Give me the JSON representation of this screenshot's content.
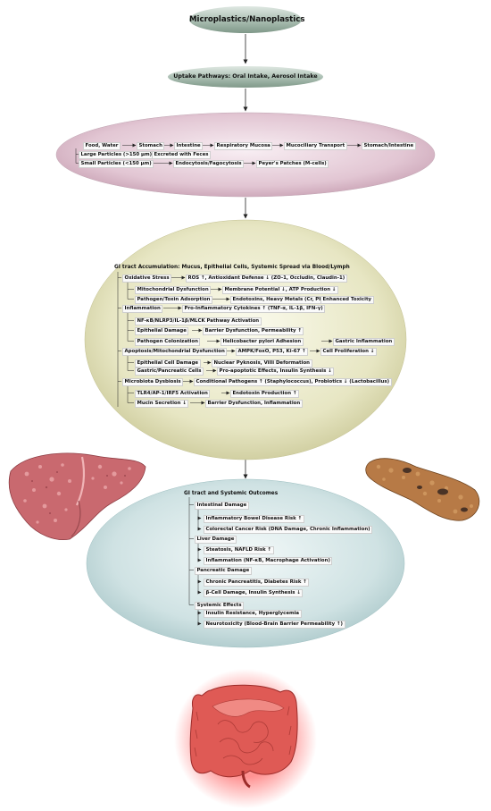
{
  "top": {
    "title": "Microplastics/Nanoplastics"
  },
  "uptake": {
    "title": "Uptake Pathways: Oral Intake, Aerosol Intake"
  },
  "route": {
    "r1": [
      "Food, Water",
      "Stomach",
      "Intestine",
      "Respiratory Mucosa",
      "Mucociliary Transport",
      "Stomach/Intestine"
    ],
    "r2": [
      "Large Particles (>150 μm)",
      "Excreted with Feces"
    ],
    "r3": [
      "Small Particles (<150 μm)",
      "Endocytosis/Fagocytosis",
      "Peyer's Patches (M-cells)"
    ]
  },
  "gi": {
    "title": "GI tract Accumulation: Mucus, Epithelial Cells, Systemic Spread via Blood/Lymph",
    "ox": "Oxidative Stress",
    "ox_a": "ROS ↑, Antioxidant Defense ↓ (ZO-1, Occludin, Claudin-1)",
    "mito": "Mitochondrial Dysfunction",
    "mito_a": "Membrane Potential ↓, ATP Production ↓",
    "path": "Pathogen/Toxin Adsorption",
    "path_a": "Endotoxins, Heavy Metals (Cr, Pb)",
    "path_b": "Enhanced Toxicity",
    "infl": "Inflammation",
    "infl_a": "Pro-Inflammatory Cytokines ↑ (TNF-α, IL-1β, IFN-γ)",
    "nfkb": "NF-κB/NLRP3/IL-1β/MLCK Pathway Activation",
    "epi": "Epithelial Damage",
    "epi_a": "Barrier Dysfunction, Permeability ↑",
    "col": "Pathogen Colonization",
    "col_a": "Helicobacter pylori Adhesion",
    "col_b": "Gastric Inflammation",
    "apo": "Apoptosis/Mitochondrial Dysfunction",
    "apo_a": "AMPK/FoxO, P53, Ki-67 ↑",
    "apo_b": "Cell Proliferation ↓",
    "ecd": "Epithelial Cell Damage",
    "ecd_a": "Nuclear Pyknosis, Villi Deformation",
    "gpc": "Gastric/Pancreatic Cells",
    "gpc_a": "Pro-apoptotic Effects, Insulin Synthesis ↓",
    "mic": "Microbiota Dysbiosis",
    "mic_a": "Conditional Pathogens ↑ (Staphylococcus), Probiotics ↓ (Lactobacillus)",
    "tlr": "TLR4/AP-1/IRF5 Activation",
    "tlr_a": "Endotoxin Production ↑",
    "muc": "Mucin Secretion ↓",
    "muc_a": "Barrier Dysfunction, Inflammation"
  },
  "out": {
    "title": "GI tract  and Systemic Outcomes",
    "int": "Intestinal Damage",
    "int_1": "Inflammatory Bowel Disease Risk ↑",
    "int_2": "Colorectal Cancer Risk (DNA Damage, Chronic Inflammation)",
    "liv": "Liver Damage",
    "liv_1": "Steatosis, NAFLD Risk ↑",
    "liv_2": "Inflammation (NF-κB, Macrophage Activation)",
    "pan": "Pancreatic Damage",
    "pan_1": "Chronic Pancreatitis, Diabetes Risk ↑",
    "pan_2": "β-Cell Damage, Insulin Synthesis ↓",
    "sys": "Systemic Effects",
    "sys_1": "Insulin Resistance, Hyperglycemia",
    "sys_2": "Neurotoxicity (Blood-Brain Barrier Permeability ↑)"
  },
  "colors": {
    "pill": "#a9bdb1",
    "route_ellipse": "#e2c6d3",
    "gi_ellipse": "#e7e6c3",
    "out_ellipse": "#cfe2e3",
    "liver": "#c9696f",
    "pancreas": "#b77a46",
    "intestine": "#df5a55"
  }
}
